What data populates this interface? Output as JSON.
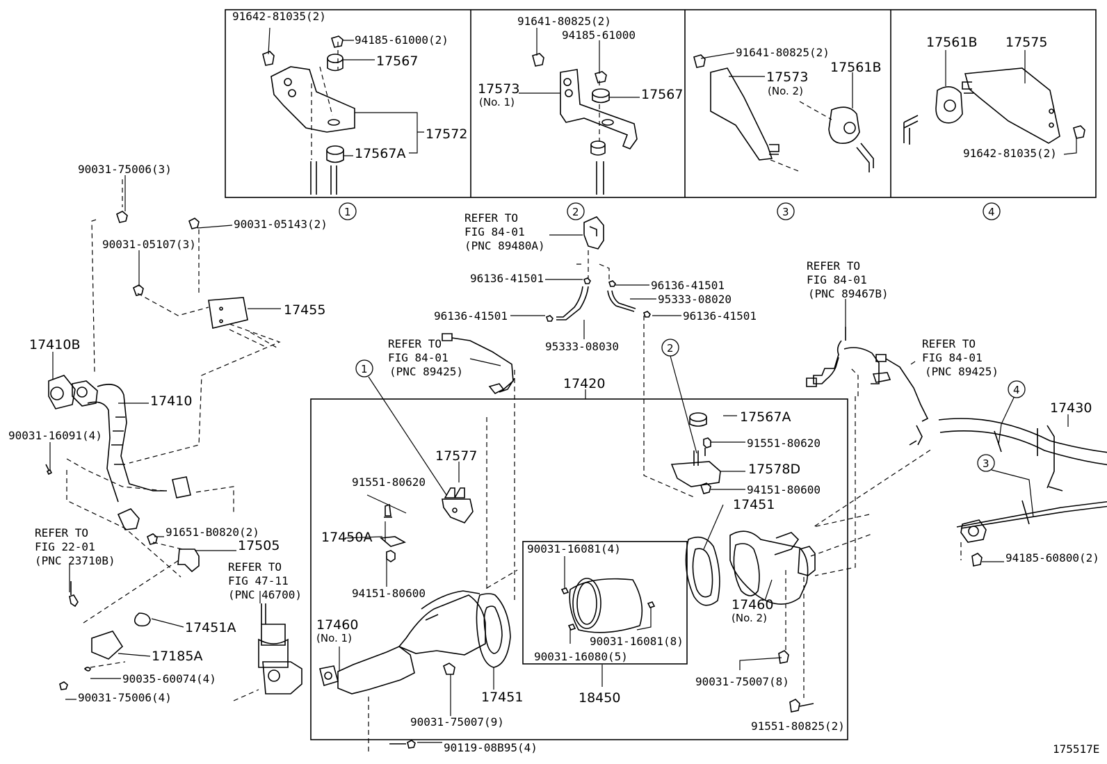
{
  "diagram_id": "175517E",
  "detail_boxes": [
    {
      "marker": "1",
      "parts": [
        "91642-81035(2)",
        "94185-61000(2)",
        "17567",
        "17572",
        "17567A"
      ]
    },
    {
      "marker": "2",
      "parts": [
        "91641-80825(2)",
        "94185-61000",
        "17573",
        "(No. 1)",
        "17567"
      ]
    },
    {
      "marker": "3",
      "parts": [
        "91641-80825(2)",
        "17573",
        "(No. 2)",
        "17561B"
      ]
    },
    {
      "marker": "4",
      "parts": [
        "17561B",
        "17575",
        "91642-81035(2)"
      ]
    }
  ],
  "refs": {
    "r89480a": [
      "REFER TO",
      "FIG 84-01",
      "(PNC 89480A)"
    ],
    "r89425a": [
      "REFER TO",
      "FIG 84-01",
      "(PNC 89425)"
    ],
    "r89467b": [
      "REFER TO",
      "FIG 84-01",
      "(PNC 89467B)"
    ],
    "r89425b": [
      "REFER TO",
      "FIG 84-01",
      "(PNC 89425)"
    ],
    "r23710b": [
      "REFER TO",
      "FIG 22-01",
      "(PNC 23710B)"
    ],
    "r46700": [
      "REFER TO",
      "FIG 47-11",
      "(PNC 46700)"
    ]
  },
  "labels": {
    "p9003175006a": "90031-75006(3)",
    "p9003105143": "90031-05143(2)",
    "p9003105107": "90031-05107(3)",
    "p17455": "17455",
    "p17410b": "17410B",
    "p17410": "17410",
    "p9003116091": "90031-16091(4)",
    "p91651b0820": "91651-B0820(2)",
    "p17505": "17505",
    "p17451a": "17451A",
    "p17185a": "17185A",
    "p9003560074": "90035-60074(4)",
    "p9003175006b": "90031-75006(4)",
    "p9613641501a": "96136-41501",
    "p9613641501b": "96136-41501",
    "p9613641501c": "96136-41501",
    "p9613641501d": "96136-41501",
    "p9533308020": "95333-08020",
    "p9533308030": "95333-08030",
    "p17420": "17420",
    "p17577": "17577",
    "p9155180620a": "91551-80620",
    "p17450a": "17450A",
    "p9415180600a": "94151-80600",
    "p17460a": "17460",
    "p17460a_no": "(No. 1)",
    "p9003175007a": "90031-75007(9)",
    "p17451a2": "17451",
    "p9003116081a": "90031-16081(4)",
    "p9003116081b": "90031-16081(8)",
    "p9003116080": "90031-16080(5)",
    "p18450": "18450",
    "p9011908b95": "90119-08B95(4)",
    "p17567a": "17567A",
    "p9155180620b": "91551-80620",
    "p17578d": "17578D",
    "p9415180600b": "94151-80600",
    "p17451b": "17451",
    "p17460b": "17460",
    "p17460b_no": "(No. 2)",
    "p9003175007b": "90031-75007(8)",
    "p9155180825": "91551-80825(2)",
    "p17430": "17430",
    "p9418560800": "94185-60800(2)"
  },
  "callout_markers": [
    "1",
    "2",
    "3",
    "4",
    "1",
    "2",
    "3",
    "4"
  ]
}
